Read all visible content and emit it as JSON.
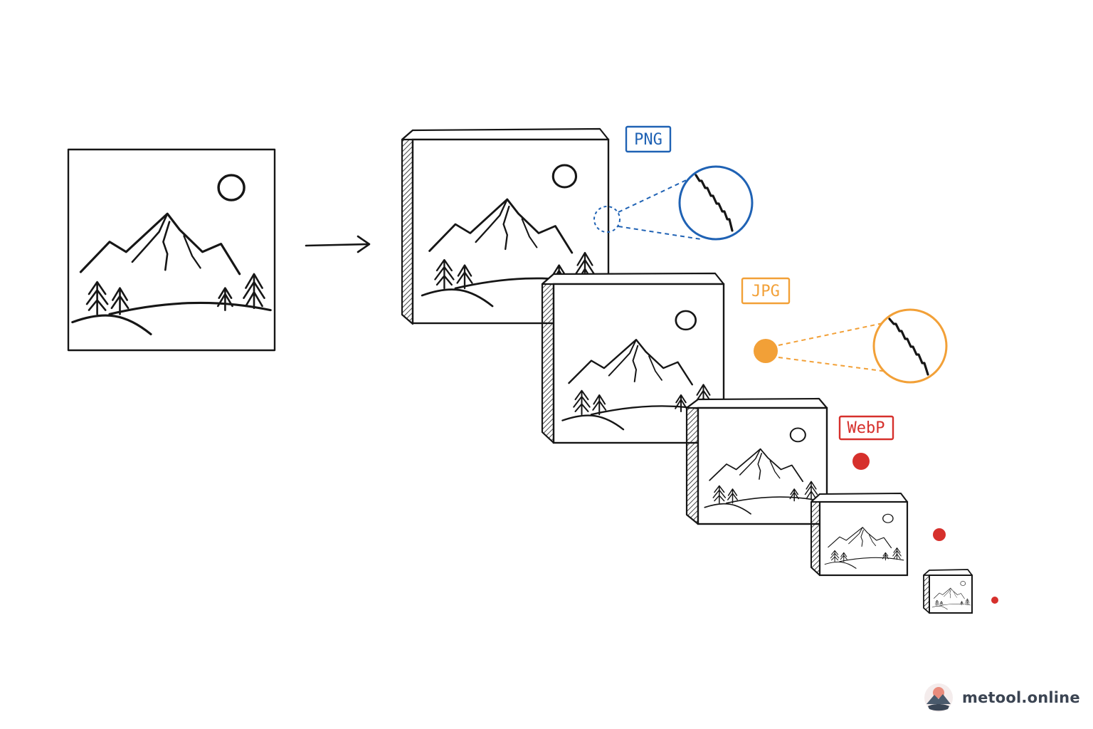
{
  "labels": {
    "png": "PNG",
    "jpg": "JPG",
    "webp": "WebP"
  },
  "colors": {
    "ink": "#161616",
    "png": "#1f62b4",
    "jpg": "#f2a037",
    "webp": "#d6302c",
    "brand_text": "#3b4452"
  },
  "brand": {
    "name": "metool.online",
    "logo": "mountain-sun-logo"
  }
}
